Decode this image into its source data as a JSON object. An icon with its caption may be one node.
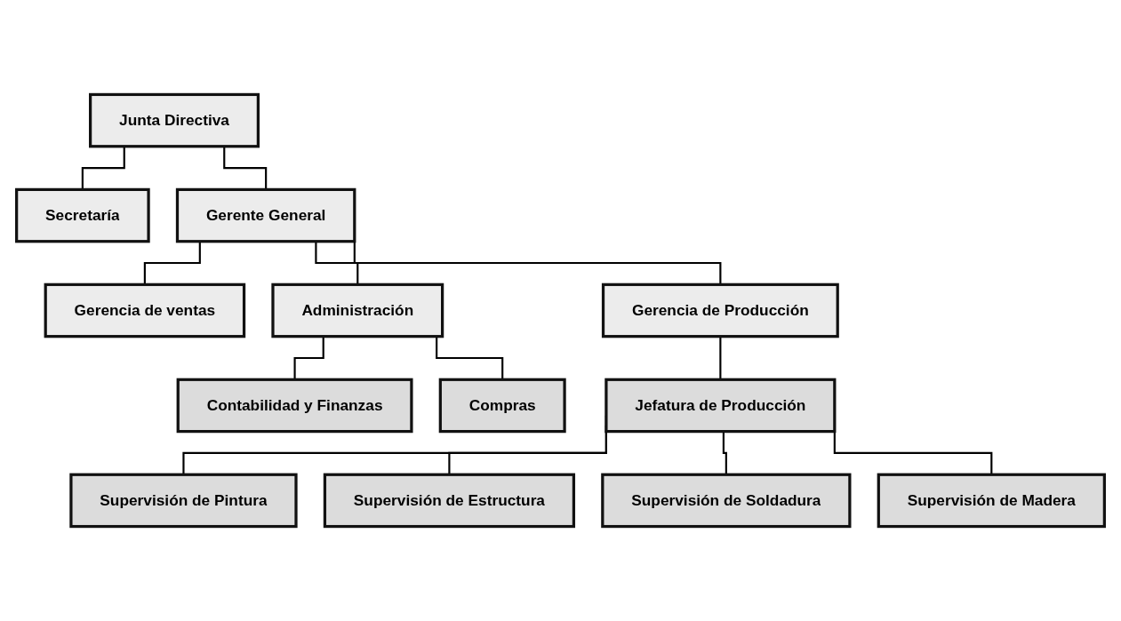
{
  "diagram": {
    "nodes": [
      {
        "text": [
          "Junta Directiva"
        ]
      },
      {
        "text": [
          "Secretaría"
        ]
      },
      {
        "text": [
          "Gerente General"
        ]
      },
      {
        "text": [
          "Gerencia de ventas"
        ]
      },
      {
        "text": [
          "Administración"
        ]
      },
      {
        "text": [
          "Gerencia de Producción"
        ]
      },
      {
        "text": [
          "Contabilidad y Finanzas"
        ]
      },
      {
        "text": [
          "Compras"
        ]
      },
      {
        "text": [
          "Jefatura de Producción"
        ]
      },
      {
        "text": [
          "Supervisión de Pintura"
        ]
      },
      {
        "text": [
          "Supervisión de Estructura"
        ]
      },
      {
        "text": [
          "Supervisión de Soldadura"
        ]
      },
      {
        "text": [
          "Supervisión de Madera"
        ]
      }
    ],
    "edges": [
      {
        "from": 0,
        "to": 1,
        "arrow": "none"
      },
      {
        "from": 0,
        "to": 2,
        "arrow": "none"
      },
      {
        "from": 2,
        "to": 3,
        "arrow": "none"
      },
      {
        "from": 2,
        "to": 4,
        "arrow": "none"
      },
      {
        "from": 2,
        "to": 5,
        "arrow": "none"
      },
      {
        "from": 4,
        "to": 6,
        "arrow": "none"
      },
      {
        "from": 4,
        "to": 7,
        "arrow": "none"
      },
      {
        "from": 5,
        "to": 8,
        "arrow": "none"
      },
      {
        "from": 8,
        "to": 9,
        "arrow": "none"
      },
      {
        "from": 8,
        "to": 10,
        "arrow": "none"
      },
      {
        "from": 8,
        "to": 11,
        "arrow": "none"
      },
      {
        "from": 8,
        "to": 12,
        "arrow": "none"
      }
    ]
  }
}
